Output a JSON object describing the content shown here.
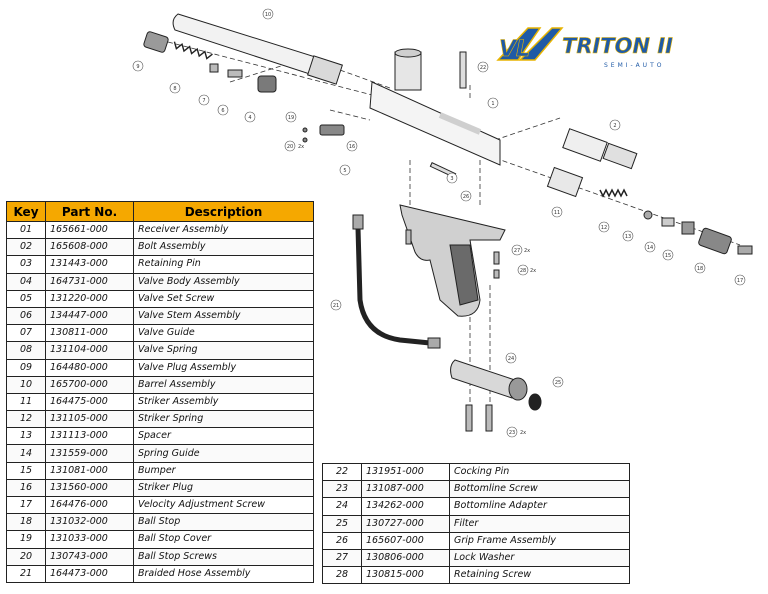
{
  "logo": {
    "brand_mark": "VL",
    "title": "TRITON II",
    "subtitle": "SEMI-AUTO",
    "colors": {
      "blue": "#1f5aa6",
      "gold": "#e8b400"
    }
  },
  "table_headers": {
    "key": "Key",
    "part_no": "Part No.",
    "description": "Description"
  },
  "colors": {
    "header_bg": "#f5a800"
  },
  "parts_left": [
    {
      "key": "01",
      "part_no": "165661-000",
      "description": "Receiver Assembly"
    },
    {
      "key": "02",
      "part_no": "165608-000",
      "description": "Bolt Assembly"
    },
    {
      "key": "03",
      "part_no": "131443-000",
      "description": "Retaining Pin"
    },
    {
      "key": "04",
      "part_no": "164731-000",
      "description": "Valve Body Assembly"
    },
    {
      "key": "05",
      "part_no": "131220-000",
      "description": "Valve Set Screw"
    },
    {
      "key": "06",
      "part_no": "134447-000",
      "description": "Valve Stem Assembly"
    },
    {
      "key": "07",
      "part_no": "130811-000",
      "description": "Valve Guide"
    },
    {
      "key": "08",
      "part_no": "131104-000",
      "description": "Valve Spring"
    },
    {
      "key": "09",
      "part_no": "164480-000",
      "description": "Valve Plug Assembly"
    },
    {
      "key": "10",
      "part_no": "165700-000",
      "description": "Barrel Assembly"
    },
    {
      "key": "11",
      "part_no": "164475-000",
      "description": "Striker Assembly"
    },
    {
      "key": "12",
      "part_no": "131105-000",
      "description": "Striker Spring"
    },
    {
      "key": "13",
      "part_no": "131113-000",
      "description": "Spacer"
    },
    {
      "key": "14",
      "part_no": "131559-000",
      "description": "Spring Guide"
    },
    {
      "key": "15",
      "part_no": "131081-000",
      "description": "Bumper"
    },
    {
      "key": "16",
      "part_no": "131560-000",
      "description": "Striker Plug"
    },
    {
      "key": "17",
      "part_no": "164476-000",
      "description": "Velocity Adjustment Screw"
    },
    {
      "key": "18",
      "part_no": "131032-000",
      "description": "Ball Stop"
    },
    {
      "key": "19",
      "part_no": "131033-000",
      "description": "Ball Stop Cover"
    },
    {
      "key": "20",
      "part_no": "130743-000",
      "description": "Ball Stop Screws"
    },
    {
      "key": "21",
      "part_no": "164473-000",
      "description": "Braided Hose Assembly"
    }
  ],
  "parts_right": [
    {
      "key": "22",
      "part_no": "131951-000",
      "description": "Cocking Pin"
    },
    {
      "key": "23",
      "part_no": "131087-000",
      "description": "Bottomline Screw"
    },
    {
      "key": "24",
      "part_no": "134262-000",
      "description": "Bottomline Adapter"
    },
    {
      "key": "25",
      "part_no": "130727-000",
      "description": "Filter"
    },
    {
      "key": "26",
      "part_no": "165607-000",
      "description": "Grip Frame Assembly"
    },
    {
      "key": "27",
      "part_no": "130806-000",
      "description": "Lock Washer"
    },
    {
      "key": "28",
      "part_no": "130815-000",
      "description": "Retaining Screw"
    }
  ],
  "callouts": [
    "1",
    "2",
    "3",
    "4",
    "5",
    "6",
    "7",
    "8",
    "9",
    "10",
    "11",
    "12",
    "13",
    "14",
    "15",
    "16",
    "17",
    "18",
    "19",
    "20",
    "21",
    "22",
    "23",
    "24",
    "25",
    "26",
    "27",
    "28"
  ],
  "qty_marks": {
    "two_x_a": "2x",
    "two_x_b": "2x",
    "two_x_c": "2x",
    "two_x_d": "2x"
  }
}
